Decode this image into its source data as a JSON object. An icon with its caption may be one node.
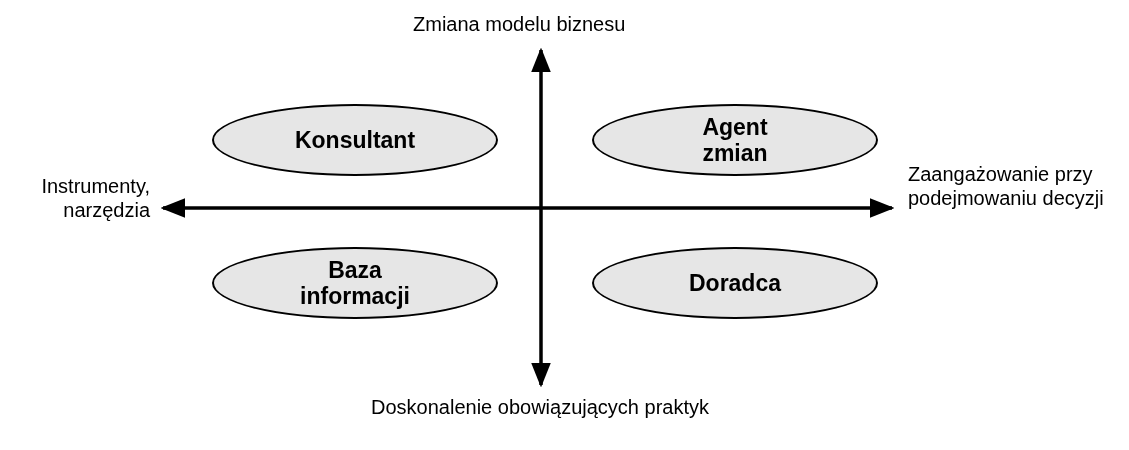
{
  "diagram": {
    "nodes": [
      {
        "text": [
          "Konsultant"
        ]
      },
      {
        "text": [
          "Agent zmian"
        ]
      },
      {
        "text": [
          "Baza informacji"
        ]
      },
      {
        "text": [
          "Doradca"
        ]
      }
    ],
    "labels": [
      "Zmiana modelu biznesu",
      "Instrumenty, narzędzia",
      "Zaangażowanie przy podejmowaniu decyzji",
      "Doskonalenie obowiązujących praktyk"
    ]
  }
}
